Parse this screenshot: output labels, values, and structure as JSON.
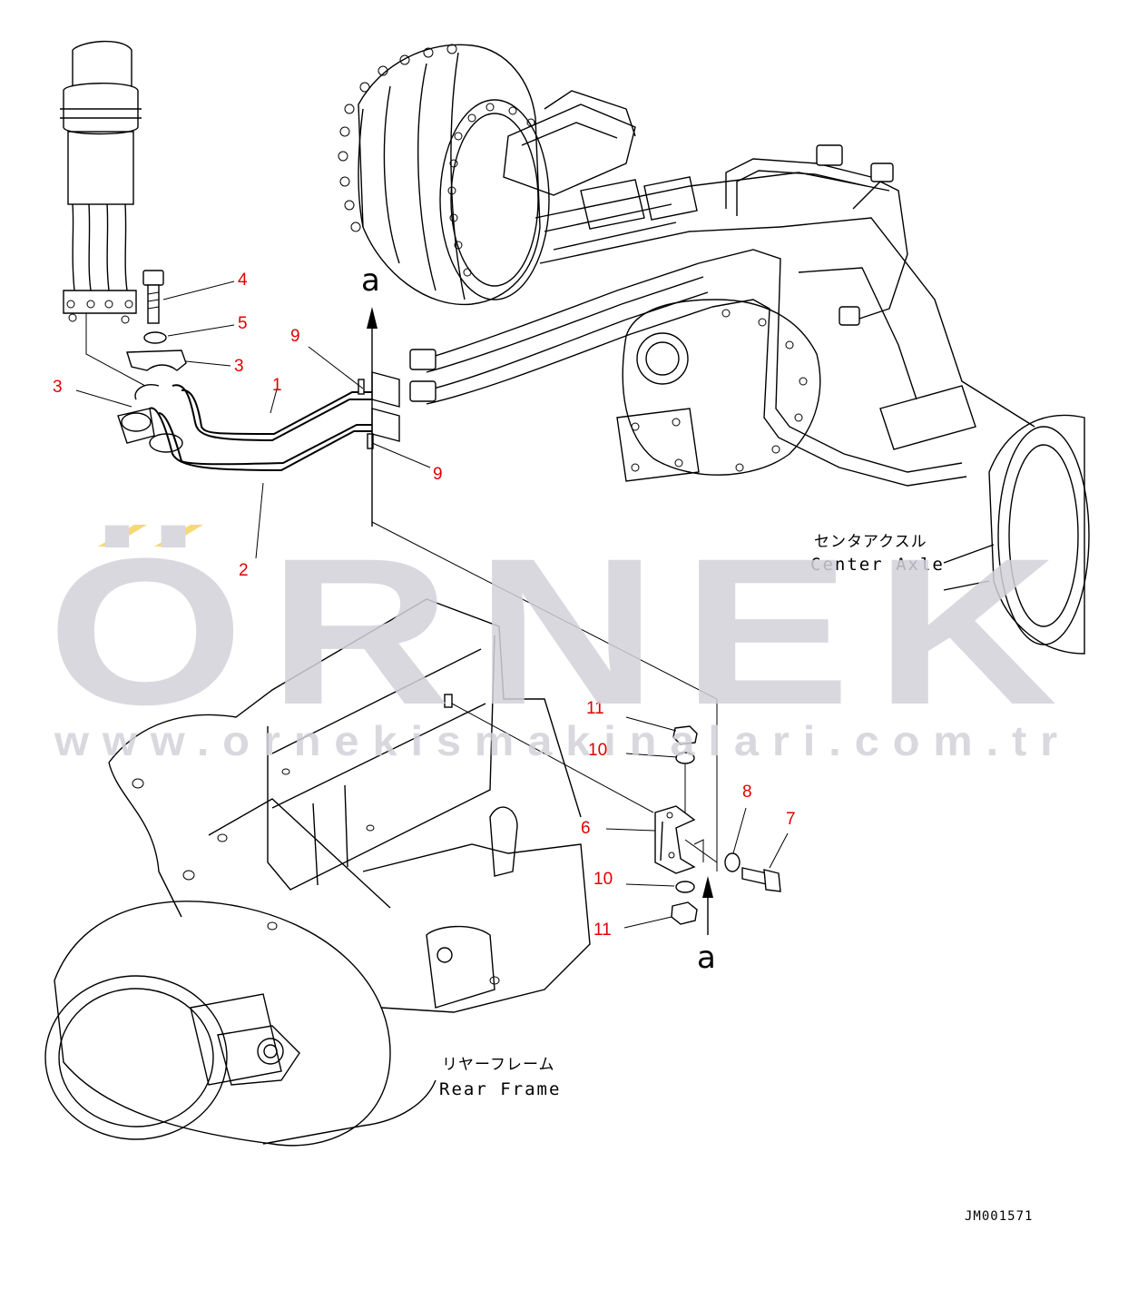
{
  "watermark": {
    "brand": "ÖRNEK",
    "url": "www.ornekismakinalari.com.tr",
    "accent_color": "#f5d35a",
    "text_color": "#d4d2da"
  },
  "labels": {
    "center_axle_jp": "センタアクスル",
    "center_axle_en": "Center Axle",
    "rear_frame_jp": "リヤーフレーム",
    "rear_frame_en": "Rear Frame",
    "arrow_top": "a",
    "arrow_bottom": "a",
    "drawing_id": "JM001571"
  },
  "callouts": {
    "c1": "1",
    "c2": "2",
    "c3a": "3",
    "c3b": "3",
    "c4": "4",
    "c5": "5",
    "c6": "6",
    "c7": "7",
    "c8": "8",
    "c9a": "9",
    "c9b": "9",
    "c10a": "10",
    "c10b": "10",
    "c11a": "11",
    "c11b": "11"
  },
  "colors": {
    "callout": "#e00000",
    "line": "#000000",
    "background": "#ffffff"
  }
}
